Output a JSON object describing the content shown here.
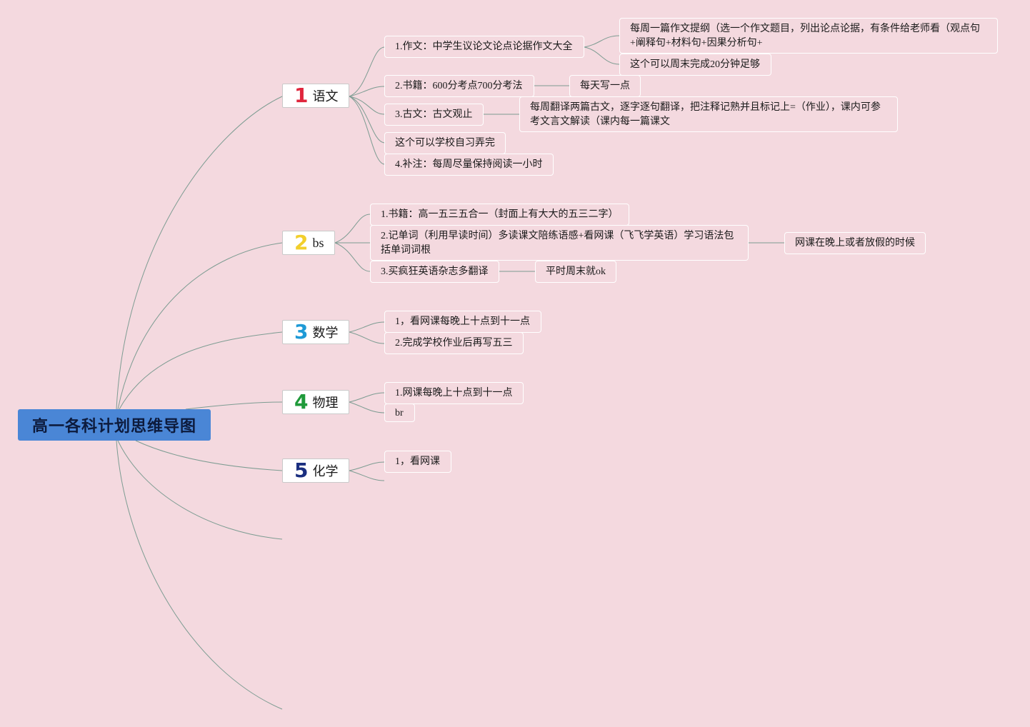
{
  "title": "高一各科计划思维导图",
  "subjects": [
    {
      "num": "1",
      "num_color": "#e0253c",
      "label": "语文",
      "items": [
        "1.作文：中学生议论文论点论据作文大全",
        "2.书籍：600分考点700分考法",
        "3.古文：古文观止",
        "这个可以学校自习弄完",
        "4.补注：每周尽量保持阅读一小时"
      ],
      "details": [
        "每周一篇作文提纲（选一个作文题目，列出论点论据，有条件给老师看（观点句",
        "+阐释句+材料句+因果分析句+",
        "这个可以周末完成20分钟足够",
        "每天写一点",
        "每周翻译两篇古文，逐字逐句翻译，把注释记熟并且标记上=（作业），课内可参",
        "考文言文解读（课内每一篇课文"
      ]
    },
    {
      "num": "2",
      "num_color": "#f2cf2c",
      "label": "bs",
      "items": [
        "1.书籍：高一五三五合一（封面上有大大的五三二字）",
        "2.记单词（利用早读时间）多读课文陪练语感+看网课（飞飞学英语）学习语法包",
        "括单词词根",
        "3.买疯狂英语杂志多翻译"
      ],
      "details": [
        "网课在晚上或者放假的时候",
        "平时周末就ok"
      ]
    },
    {
      "num": "3",
      "num_color": "#1e9ad6",
      "label": "数学",
      "items": [
        "1，看网课每晚上十点到十一点",
        "2.完成学校作业后再写五三"
      ]
    },
    {
      "num": "4",
      "num_color": "#1f9a3a",
      "label": "物理",
      "items": [
        "1.网课每晚上十点到十一点",
        "br"
      ]
    },
    {
      "num": "5",
      "num_color": "#1b2f80",
      "label": "化学",
      "items": [
        "1，看网课"
      ]
    }
  ],
  "colors": {
    "background": "#f4d9df",
    "root_fill": "#4a86d6",
    "connector": "#7d9c92"
  }
}
